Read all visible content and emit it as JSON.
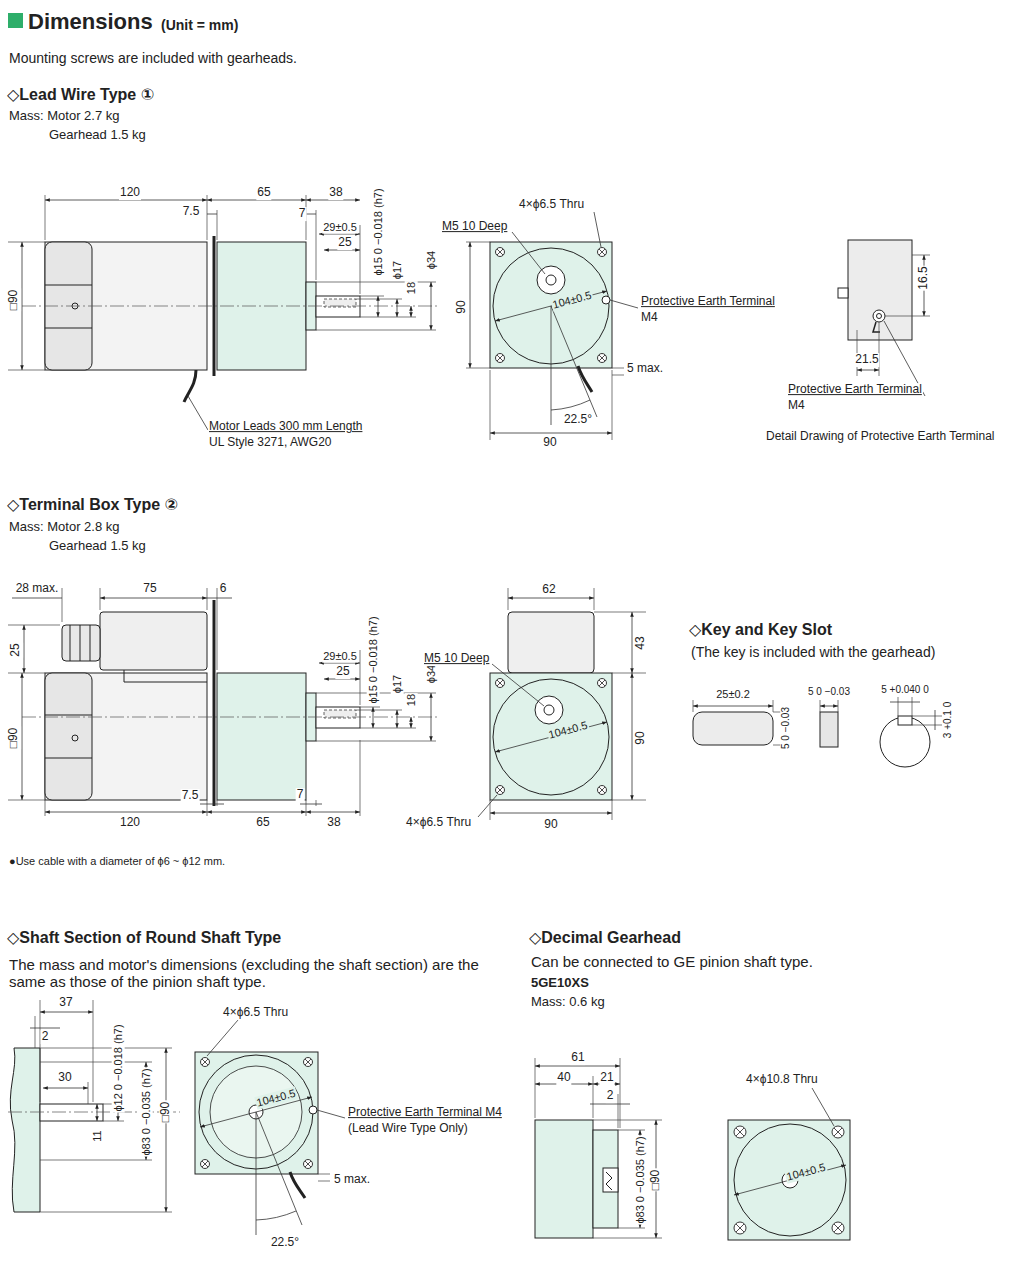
{
  "diagram": {
    "title": "Dimensions",
    "labels": [
      "(Unit = mm)",
      "Mounting screws are included with gearheads.",
      "◇Lead Wire Type ①",
      "Mass: Motor 2.7 kg",
      "Gearhead 1.5 kg",
      "120",
      "7.5",
      "65",
      "38",
      "7",
      "29±0.5",
      "25",
      "ϕ15 0 −0.018 (h7)",
      "ϕ17",
      "18",
      "ϕ34",
      "□90",
      "Motor Leads 300 mm Length",
      "UL Style 3271, AWG20",
      "4×ϕ6.5 Thru",
      "M5 10 Deep",
      "104±0.5",
      "90",
      "Protective Earth Terminal",
      "M4",
      "5 max.",
      "22.5°",
      "90",
      "16.5",
      "21.5",
      "Protective Earth Terminal",
      "M4",
      "Detail Drawing of Protective Earth Terminal",
      "◇Terminal Box Type ②",
      "Mass: Motor 2.8 kg",
      "Gearhead 1.5 kg",
      "28 max.",
      "75",
      "6",
      "25",
      "□90",
      "29±0.5",
      "25",
      "ϕ15 0 −0.018 (h7)",
      "ϕ17",
      "18",
      "ϕ34",
      "7.5",
      "7",
      "120",
      "65",
      "38",
      "●Use cable with a diameter of ϕ6 ~ ϕ12 mm.",
      "62",
      "43",
      "M5 10 Deep",
      "104±0.5",
      "90",
      "4×ϕ6.5 Thru",
      "90",
      "◇Key and Key Slot",
      "(The key is included with the gearhead)",
      "25±0.2",
      "5 0 −0.03",
      "5 0 −0.03",
      "5 +0.040 0",
      "3 +0.1 0",
      "◇Shaft Section of Round Shaft Type",
      "The mass and motor's dimensions (excluding the shaft section) are the same as those of the pinion shaft type.",
      "37",
      "2",
      "30",
      "ϕ12 0 −0.018 (h7)",
      "11",
      "ϕ83 0 −0.035 (h7)",
      "□90",
      "4×ϕ6.5 Thru",
      "104±0.5",
      "Protective Earth Terminal M4",
      "(Lead Wire Type Only)",
      "5 max.",
      "22.5°",
      "◇Decimal Gearhead",
      "Can be connected to GE pinion shaft type.",
      "5GE10XS",
      "Mass: 0.6 kg",
      "61",
      "40",
      "21",
      "2",
      "ϕ83 0 −0.035 (h7)",
      "□90",
      "4×ϕ10.8 Thru",
      "104±0.5"
    ]
  }
}
